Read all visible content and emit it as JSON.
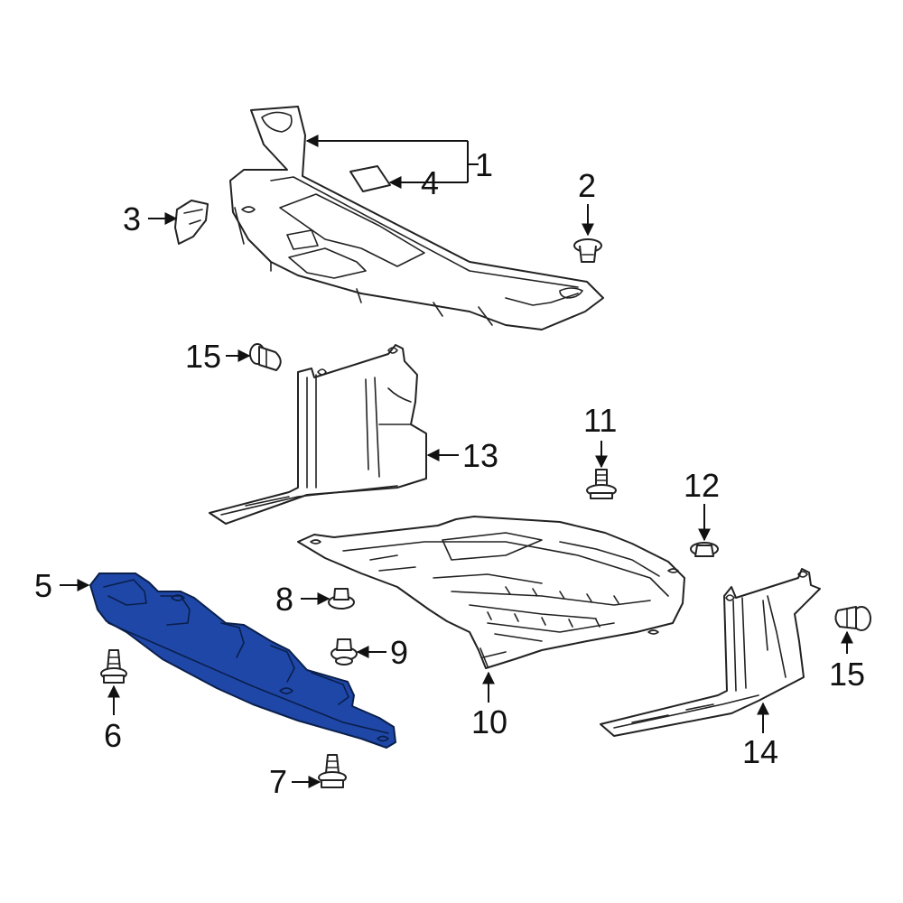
{
  "diagram": {
    "highlight_color": "#1f47a8",
    "line_color": "#222222",
    "callouts": {
      "c1": "1",
      "c2": "2",
      "c3": "3",
      "c4": "4",
      "c5": "5",
      "c6": "6",
      "c7": "7",
      "c8": "8",
      "c9": "9",
      "c10": "10",
      "c11": "11",
      "c12": "12",
      "c13": "13",
      "c14": "14",
      "c15a": "15",
      "c15b": "15"
    }
  }
}
